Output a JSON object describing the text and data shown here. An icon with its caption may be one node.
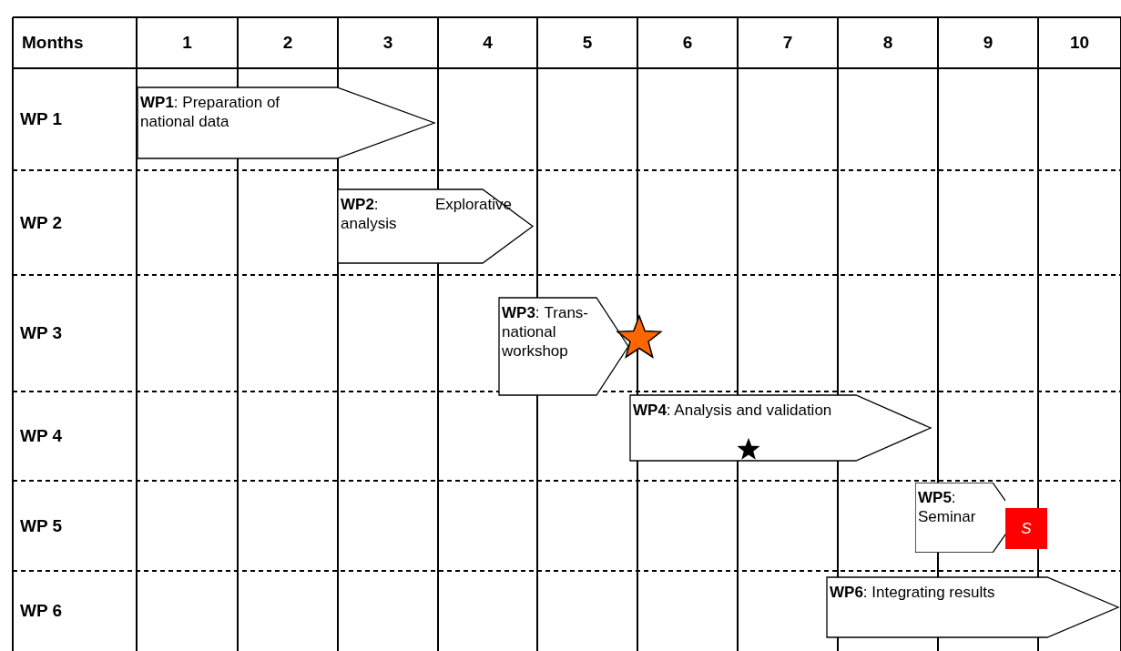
{
  "diagram": {
    "nodes": [
      {
        "text": [
          "**WP1**: Preparation of national data"
        ]
      },
      {
        "text": [
          "**WP2**: Explorative analysis"
        ]
      },
      {
        "text": [
          "**WP3**: Trans-national workshop"
        ]
      },
      {
        "text": [
          "**WP4**: Analysis and validation"
        ]
      },
      {
        "text": [
          "**WP5**: Seminar"
        ]
      },
      {
        "text": [
          "S"
        ]
      },
      {
        "text": [
          "**WP6**: Integrating results"
        ]
      }
    ],
    "edges": [],
    "labels": [
      "Months",
      "1",
      "2",
      "3",
      "4",
      "5",
      "6",
      "7",
      "8",
      "9",
      "10",
      "WP 1",
      "WP 2",
      "WP 3",
      "WP 4",
      "WP 5",
      "WP 6"
    ]
  }
}
